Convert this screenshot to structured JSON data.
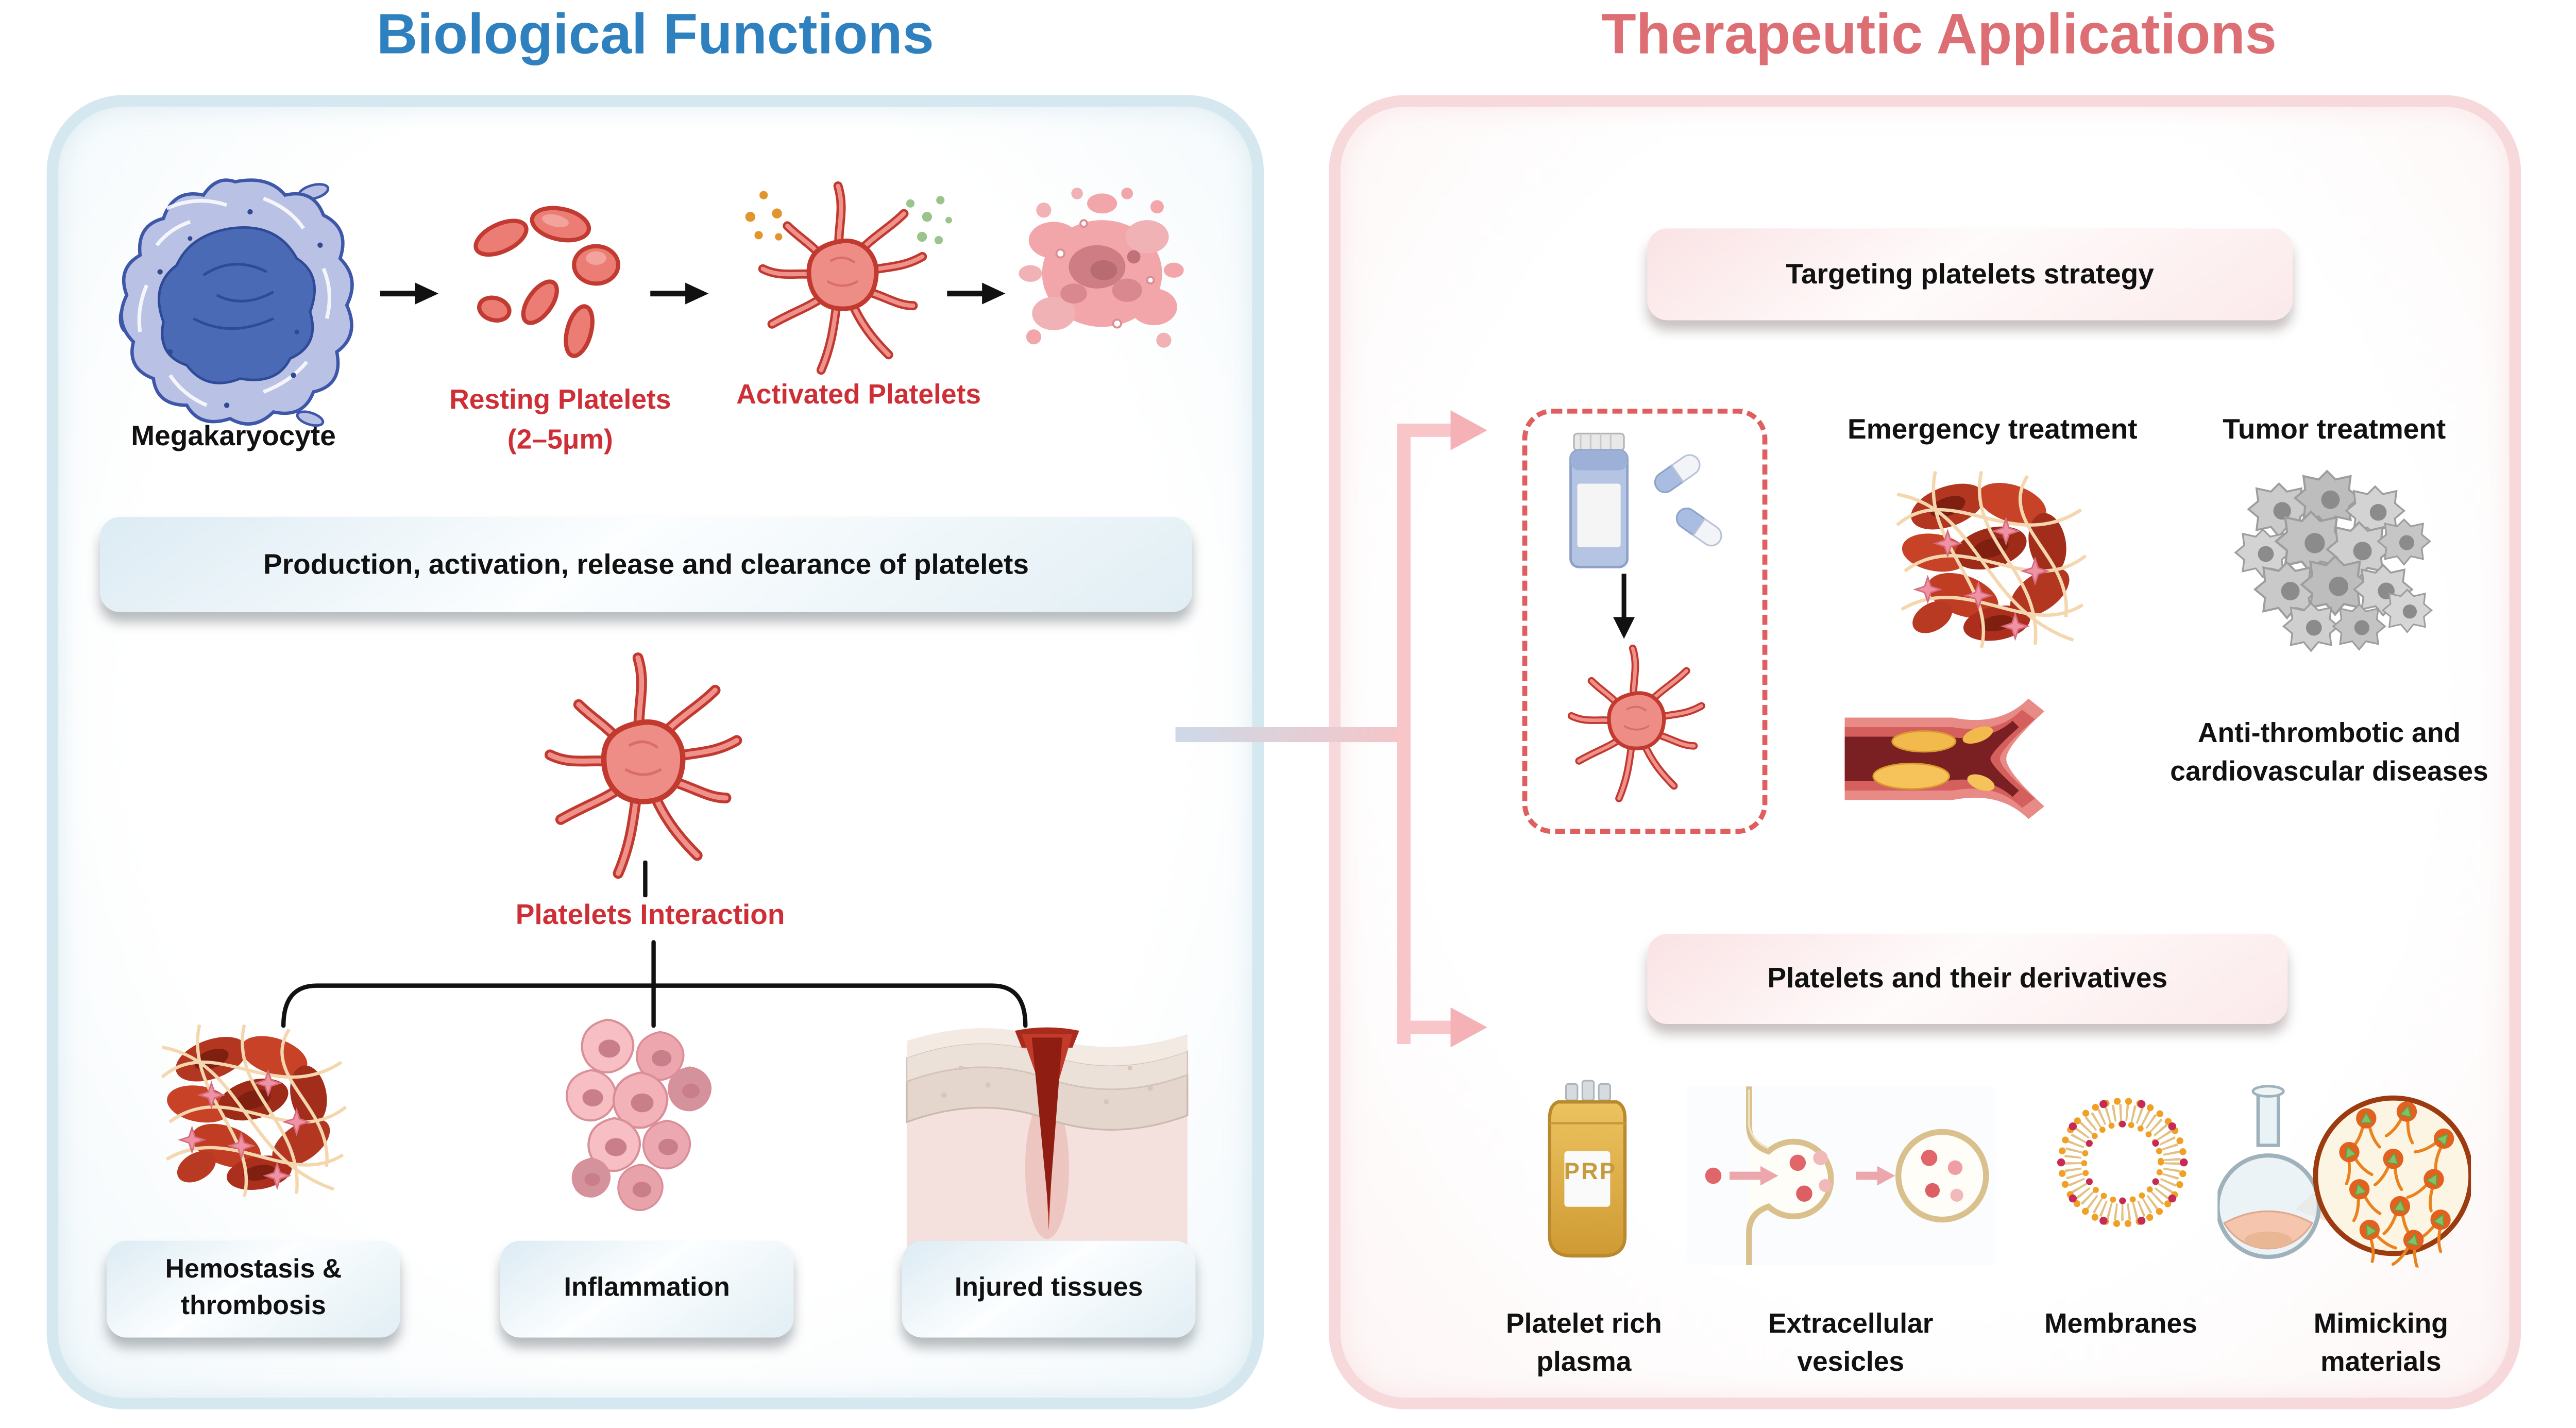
{
  "titles": {
    "left": "Biological Functions",
    "right": "Therapeutic Applications"
  },
  "colors": {
    "left_title": "#2E81BE",
    "right_title": "#DC6E74",
    "red_label": "#CE2F36",
    "panel_blue_border": "#D6E8EF",
    "panel_pink_border": "#F8D9DB",
    "connector_pink": "#F5B6BA",
    "dashed_border": "#E05E5E",
    "prp_amber": "#C79A3C"
  },
  "left_panel": {
    "megakaryocyte_label": "Megakaryocyte",
    "resting_label": [
      "Resting Platelets",
      "(2–5μm)"
    ],
    "activated_label": "Activated Platelets",
    "production_box": "Production, activation, release and clearance of platelets",
    "interaction_label": "Platelets Interaction",
    "outcomes": [
      {
        "lines": [
          "Hemostasis &",
          "thrombosis"
        ]
      },
      {
        "lines": [
          "Inflammation"
        ]
      },
      {
        "lines": [
          "Injured tissues"
        ]
      }
    ]
  },
  "right_panel": {
    "strategy_box": "Targeting platelets strategy",
    "emergency_label": "Emergency treatment",
    "tumor_label": "Tumor treatment",
    "anti_thrombotic": [
      "Anti-thrombotic and",
      "cardiovascular diseases"
    ],
    "derivatives_box": "Platelets and their derivatives",
    "prp_bag_label": "PRP",
    "derivatives": [
      {
        "lines": [
          "Platelet rich",
          "plasma"
        ]
      },
      {
        "lines": [
          "Extracellular",
          "vesicles"
        ]
      },
      {
        "lines": [
          "Membranes"
        ]
      },
      {
        "lines": [
          "Mimicking",
          "materials"
        ]
      }
    ]
  },
  "icons": [
    "megakaryocyte-illustration",
    "resting-platelets-illustration",
    "activated-platelet-illustration",
    "platelet-aggregate-illustration",
    "right-arrow-icon",
    "down-arrow-icon",
    "branch-bracket",
    "blood-clot-illustration",
    "inflammation-cells-illustration",
    "injured-tissue-illustration",
    "tumor-cluster-illustration",
    "blood-vessel-illustration",
    "pill-bottle-icon",
    "capsule-icon",
    "prp-bag-icon",
    "extracellular-vesicles-icon",
    "membrane-ring-icon",
    "flask-icon",
    "nanoparticle-icon",
    "connector-arrows"
  ]
}
